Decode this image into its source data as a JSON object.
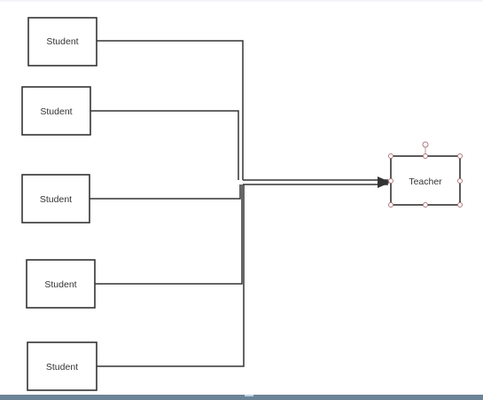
{
  "diagram": {
    "students": [
      {
        "label": "Student"
      },
      {
        "label": "Student"
      },
      {
        "label": "Student"
      },
      {
        "label": "Student"
      },
      {
        "label": "Student"
      }
    ],
    "teacher": {
      "label": "Teacher",
      "selected": true
    },
    "edges": [
      {
        "from": "student-1",
        "to": "teacher"
      },
      {
        "from": "student-2",
        "to": "teacher"
      },
      {
        "from": "student-3",
        "to": "teacher"
      },
      {
        "from": "student-4",
        "to": "teacher"
      },
      {
        "from": "student-5",
        "to": "teacher"
      }
    ],
    "colors": {
      "stroke": "#333333",
      "handle": "#b07a82",
      "bottom_bar": "#6d8496"
    }
  }
}
